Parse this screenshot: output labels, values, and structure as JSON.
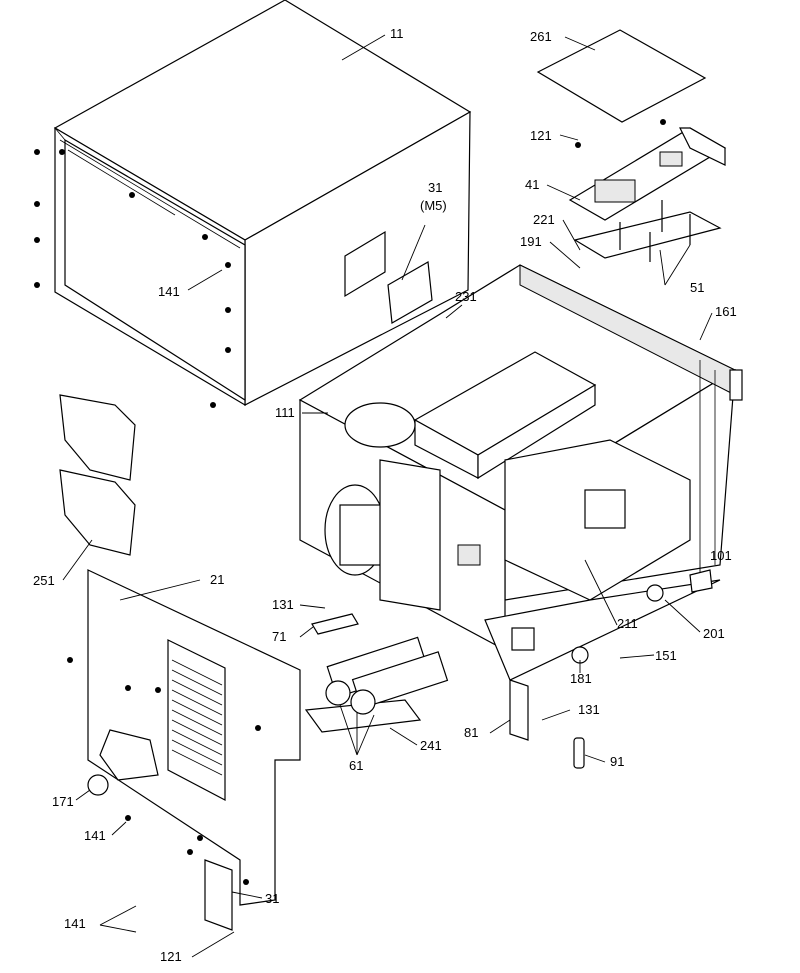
{
  "diagram": {
    "callouts": [
      {
        "id": "c11",
        "text": "11"
      },
      {
        "id": "c261",
        "text": "261"
      },
      {
        "id": "c121a",
        "text": "121"
      },
      {
        "id": "c41",
        "text": "41"
      },
      {
        "id": "c221",
        "text": "221"
      },
      {
        "id": "c191",
        "text": "191"
      },
      {
        "id": "c31a",
        "text": "31"
      },
      {
        "id": "c31a_m",
        "text": "(M5)"
      },
      {
        "id": "c141a",
        "text": "141"
      },
      {
        "id": "c231",
        "text": "231"
      },
      {
        "id": "c51",
        "text": "51"
      },
      {
        "id": "c161",
        "text": "161"
      },
      {
        "id": "c111",
        "text": "111"
      },
      {
        "id": "c251",
        "text": "251"
      },
      {
        "id": "c21",
        "text": "21"
      },
      {
        "id": "c101",
        "text": "101"
      },
      {
        "id": "c131a",
        "text": "131"
      },
      {
        "id": "c71",
        "text": "71"
      },
      {
        "id": "c211",
        "text": "211"
      },
      {
        "id": "c201",
        "text": "201"
      },
      {
        "id": "c151",
        "text": "151"
      },
      {
        "id": "c181",
        "text": "181"
      },
      {
        "id": "c131b",
        "text": "131"
      },
      {
        "id": "c81",
        "text": "81"
      },
      {
        "id": "c241",
        "text": "241"
      },
      {
        "id": "c91",
        "text": "91"
      },
      {
        "id": "c61",
        "text": "61"
      },
      {
        "id": "c171",
        "text": "171"
      },
      {
        "id": "c141b",
        "text": "141"
      },
      {
        "id": "c31b",
        "text": "31"
      },
      {
        "id": "c141c",
        "text": "141"
      },
      {
        "id": "c121b",
        "text": "121"
      }
    ]
  }
}
